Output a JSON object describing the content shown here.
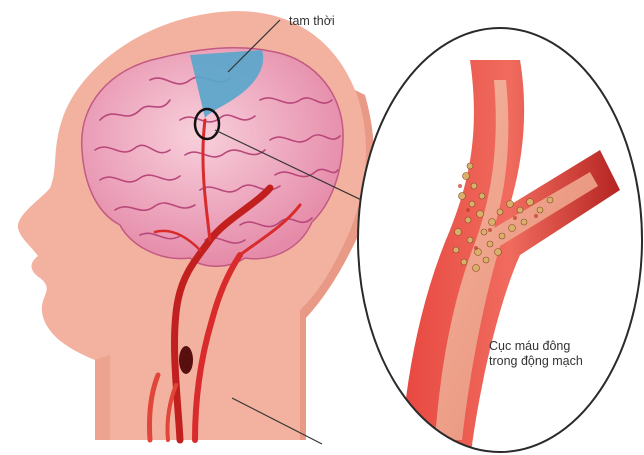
{
  "labels": {
    "transient_area": "tam thời",
    "clot_line1": "Cục máu đông",
    "clot_line2": "trong động mạch"
  },
  "colors": {
    "skin": "#f3b2a0",
    "skin_shadow": "#e89a86",
    "brain": "#f2b6c8",
    "brain_fold": "#b9487a",
    "ischemic_area": "#5aa6cc",
    "artery": "#d92b2b",
    "vessel_wall": "#c8322f",
    "clot_cells": "#d8b06a"
  }
}
